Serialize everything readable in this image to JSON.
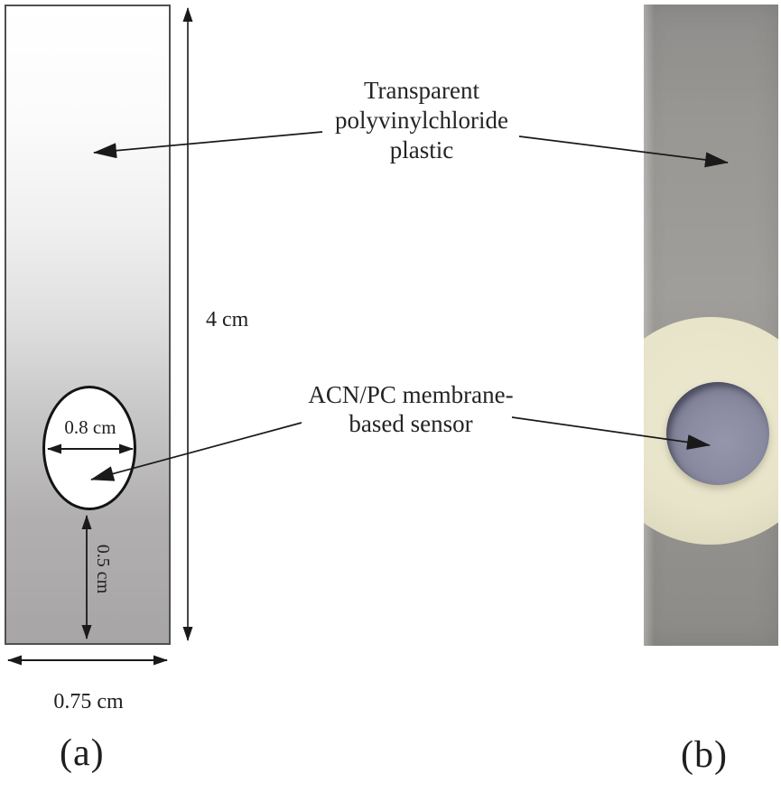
{
  "figure": {
    "description": "Two-panel figure of a PVC sensor strip: (a) schematic with dimensions, (b) photograph",
    "panel_a": {
      "caption": "(a)",
      "dimensions": {
        "strip_height": "4 cm",
        "strip_width": "0.75 cm",
        "hole_diameter": "0.8 cm",
        "hole_bottom_offset": "0.5 cm"
      }
    },
    "panel_b": {
      "caption": "(b)"
    },
    "annotations": {
      "pvc_label": "Transparent\npolyvinylchloride\nplastic",
      "sensor_label": "ACN/PC membrane-\nbased sensor"
    },
    "colors": {
      "line": "#1a1a1a",
      "text": "#1f1f1f",
      "schematic_strip_top": "#ffffff",
      "schematic_strip_bottom": "#a7a5a5",
      "photo_strip": "#989692",
      "ring": "#e8e4ca",
      "membrane": "#8a8ba0"
    }
  }
}
